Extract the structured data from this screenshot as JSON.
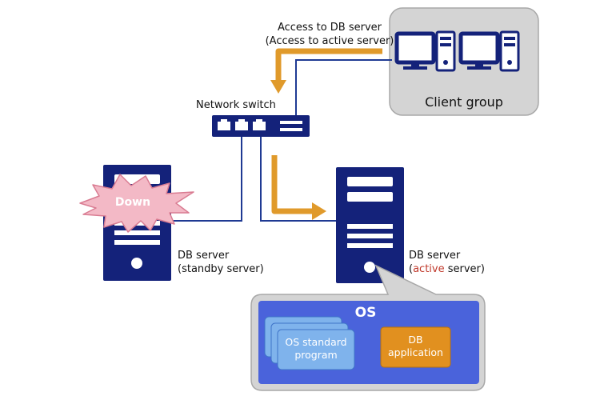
{
  "access_label": {
    "line1": "Access to DB server",
    "line2": "(Access to active server)"
  },
  "client_group": {
    "label": "Client group"
  },
  "network_switch": {
    "label": "Network switch"
  },
  "standby_server": {
    "line1": "DB server",
    "line2": "(standby server)",
    "status_badge": "Down"
  },
  "active_server": {
    "line1": "DB server",
    "line2_prefix": "(",
    "line2_highlight": "active",
    "line2_suffix": " server)"
  },
  "os_panel": {
    "title": "OS",
    "std_program": "OS standard program",
    "db_app_line1": "DB",
    "db_app_line2": "application"
  },
  "colors": {
    "server_navy": "#14227a",
    "link_blue": "#1f3a93",
    "arrow_orange": "#e09a2b",
    "os_panel_blue": "#4a63db",
    "program_blue": "#7fb3ec",
    "db_app_orange": "#e1901f",
    "down_burst_pink": "#f3b9c6",
    "client_panel_gray": "#d4d4d4",
    "active_red": "#c0392b"
  }
}
